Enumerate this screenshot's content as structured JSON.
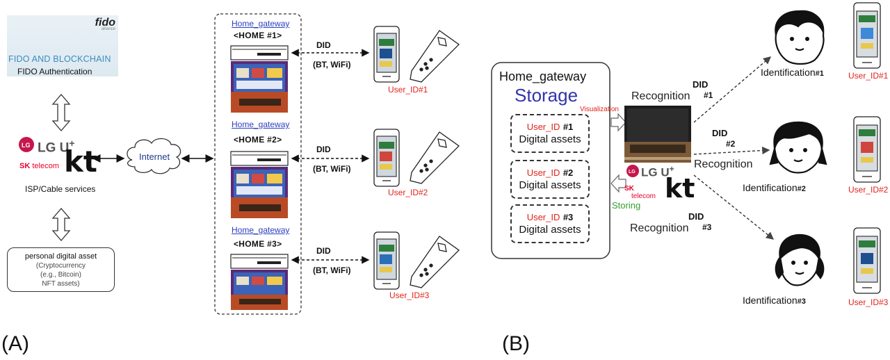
{
  "panel_a": {
    "label": "(A)",
    "fido": {
      "logo": "fido",
      "logo_sub": "alliance",
      "title": "FIDO AND BLOCKCHAIN",
      "subtitle": "FIDO Authentication"
    },
    "isp": {
      "lgu": "LG U",
      "lgu_plus": "+",
      "sk_line1": "SK",
      "sk_line2": "telecom",
      "kt": "kt",
      "label": "ISP/Cable services"
    },
    "personal_asset": {
      "title": "personal digital asset",
      "line1": "(Cryptocurrency",
      "line2": "(e.g., Bitcoin)",
      "line3": "NFT assets)"
    },
    "internet_label": "Internet",
    "homes": [
      {
        "gateway": "Home_gateway",
        "home": "<HOME #1>",
        "did": "DID",
        "conn": "(BT, WiFi)",
        "user": "User_ID#1"
      },
      {
        "gateway": "Home_gateway",
        "home": "<HOME #2>",
        "did": "DID",
        "conn": "(BT, WiFi)",
        "user": "User_ID#2"
      },
      {
        "gateway": "Home_gateway",
        "home": "<HOME #3>",
        "did": "DID",
        "conn": "(BT, WiFi)",
        "user": "User_ID#3"
      }
    ]
  },
  "panel_b": {
    "label": "(B)",
    "storage": {
      "title": "Home_gateway",
      "big": "Storage",
      "assets": [
        {
          "uid": "User_ID",
          "num": "#1",
          "text": "Digital assets"
        },
        {
          "uid": "User_ID",
          "num": "#2",
          "text": "Digital assets"
        },
        {
          "uid": "User_ID",
          "num": "#3",
          "text": "Digital assets"
        }
      ]
    },
    "visualization": "Visualization",
    "storing": "Storing",
    "isp": {
      "lgu": "LG U",
      "lgu_plus": "+",
      "sk_line1": "SK",
      "sk_line2": "telecom",
      "kt": "kt"
    },
    "recognitions": [
      {
        "did": "DID",
        "num": "#1",
        "text": "Recognition"
      },
      {
        "did": "DID",
        "num": "#2",
        "text": "Recognition"
      },
      {
        "did": "DID",
        "num": "#3",
        "text": "Recognition"
      }
    ],
    "identities": [
      {
        "text": "Identification",
        "num": "#1",
        "user": "User_ID#1"
      },
      {
        "text": "Identification",
        "num": "#2",
        "user": "User_ID#2"
      },
      {
        "text": "Identification",
        "num": "#3",
        "user": "User_ID#3"
      }
    ]
  }
}
